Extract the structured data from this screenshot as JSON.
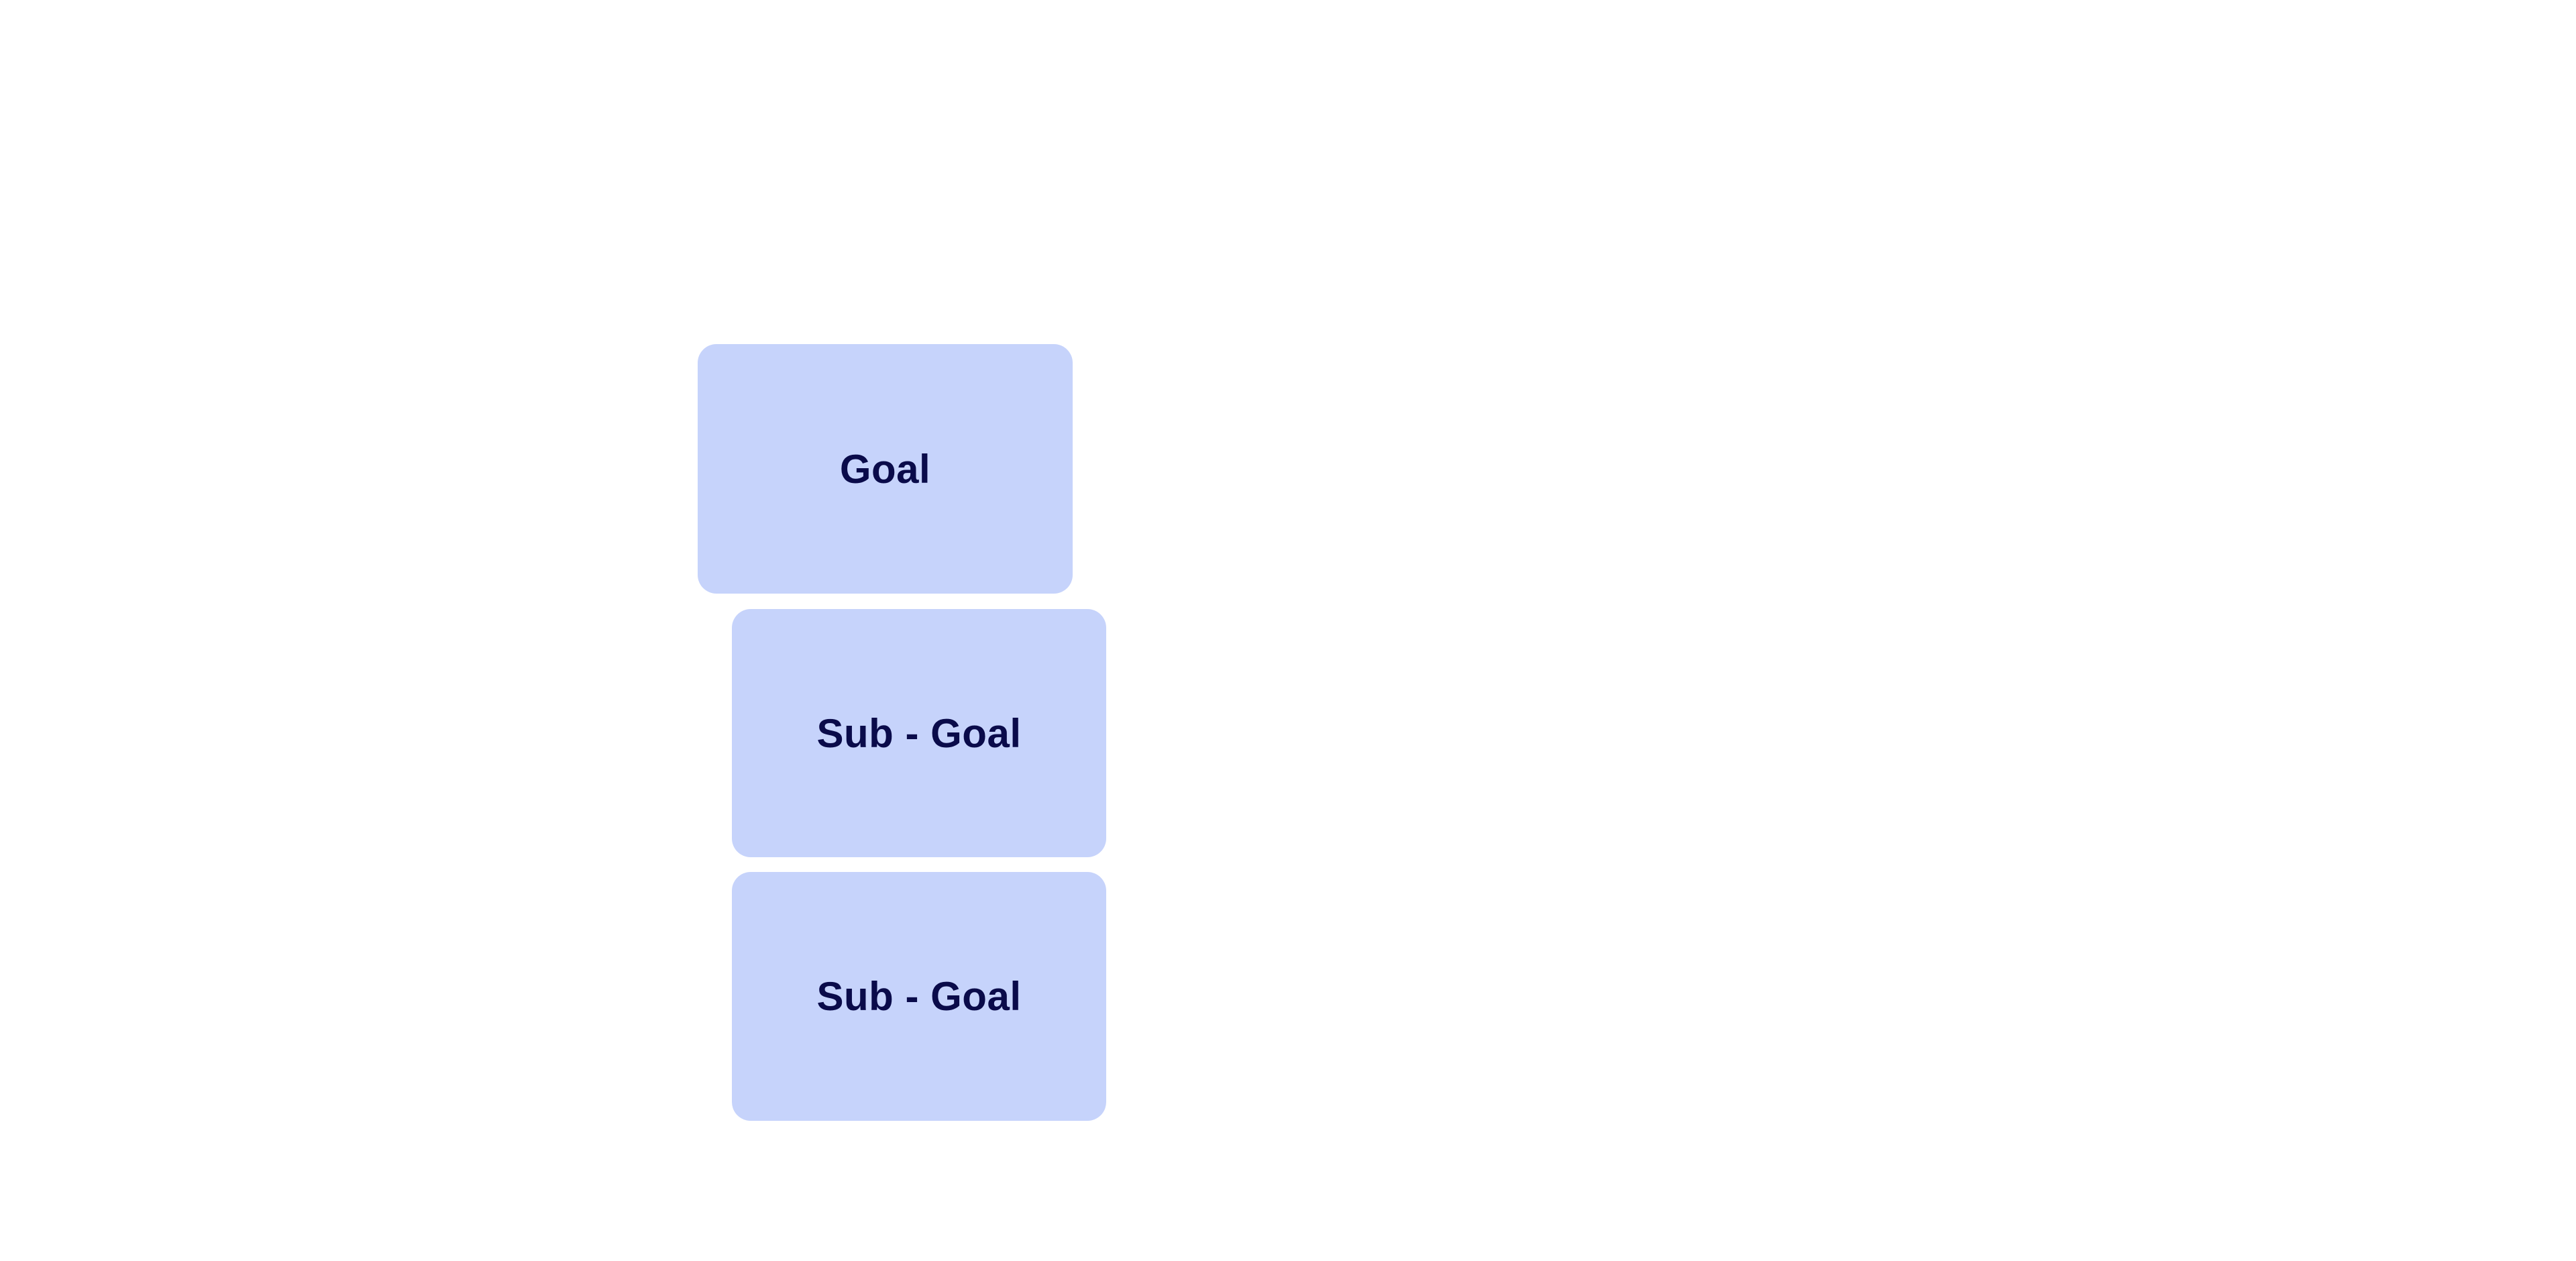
{
  "style": {
    "node_fill": "#c6d3fb",
    "node_text_color": "#0a0b4a",
    "canvas_background": "#ffffff"
  },
  "diagram": {
    "nodes": [
      {
        "id": "goal",
        "label": "Goal"
      },
      {
        "id": "sub-goal-1",
        "label": "Sub - Goal"
      },
      {
        "id": "sub-goal-2",
        "label": "Sub - Goal"
      }
    ]
  }
}
